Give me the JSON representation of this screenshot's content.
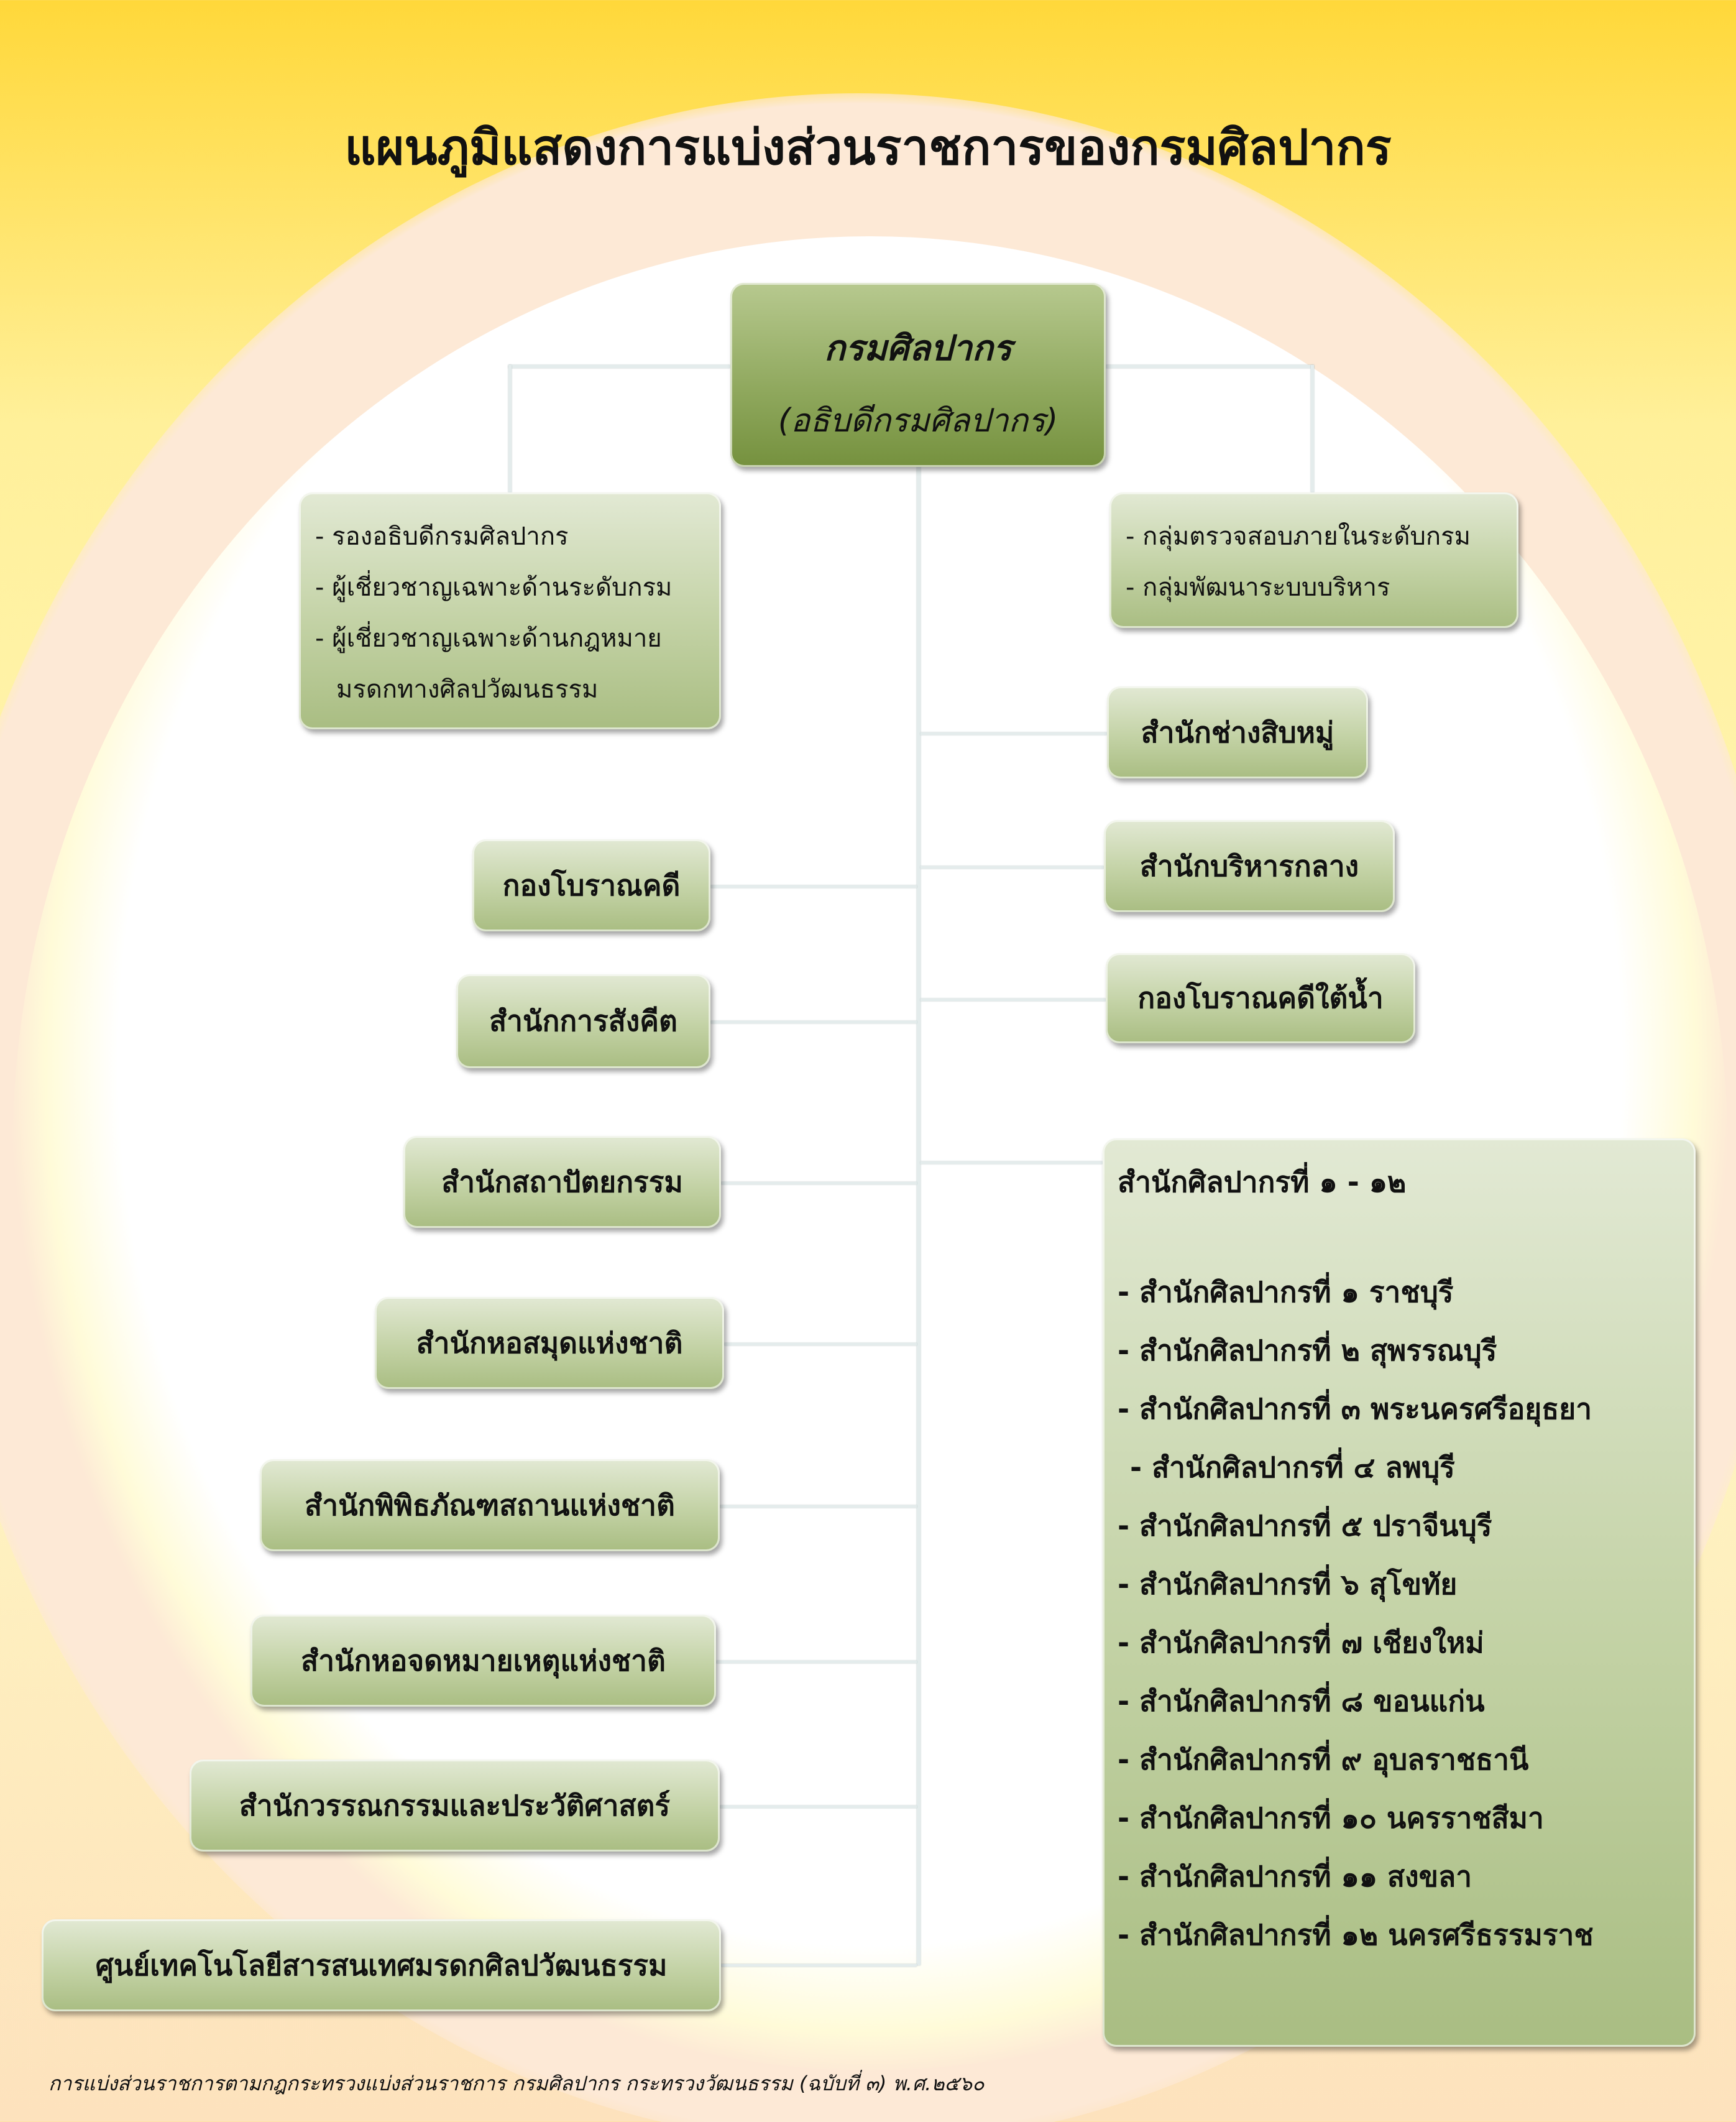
{
  "title": "แผนภูมิแสดงการแบ่งส่วนราชการของกรมศิลปากร",
  "head": {
    "name": "กรมศิลปากร",
    "role": "(อธิบดีกรมศิลปากร)"
  },
  "left_staff": [
    "- รองอธิบดีกรมศิลปากร",
    "- ผู้เชี่ยวชาญเฉพาะด้านระดับกรม",
    "- ผู้เชี่ยวชาญเฉพาะด้านกฎหมาย",
    "  มรดกทางศิลปวัฒนธรรม"
  ],
  "right_staff": [
    "- กลุ่มตรวจสอบภายในระดับกรม",
    "- กลุ่มพัฒนาระบบบริหาร"
  ],
  "right_units": [
    "สำนักช่างสิบหมู่",
    "สำนักบริหารกลาง",
    "กองโบราณคดีใต้น้ำ"
  ],
  "left_units": [
    "กองโบราณคดี",
    "สำนักการสังคีต",
    "สำนักสถาปัตยกรรม",
    "สำนักหอสมุดแห่งชาติ",
    "สำนักพิพิธภัณฑสถานแห่งชาติ",
    "สำนักหอจดหมายเหตุแห่งชาติ",
    "สำนักวรรณกรรมและประวัติศาสตร์",
    "ศูนย์เทคโนโลยีสารสนเทศมรดกศิลปวัฒนธรรม"
  ],
  "regional": {
    "heading": "สำนักศิลปากรที่ ๑ - ๑๒",
    "items": [
      "- สำนักศิลปากรที่ ๑ ราชบุรี",
      "- สำนักศิลปากรที่ ๒ สุพรรณบุรี",
      "- สำนักศิลปากรที่ ๓ พระนครศรีอยุธยา",
      " - สำนักศิลปากรที่ ๔ ลพบุรี",
      "- สำนักศิลปากรที่ ๕ ปราจีนบุรี",
      "- สำนักศิลปากรที่ ๖ สุโขทัย",
      "- สำนักศิลปากรที่ ๗ เชียงใหม่",
      "- สำนักศิลปากรที่ ๘ ขอนแก่น",
      "- สำนักศิลปากรที่ ๙ อุบลราชธานี",
      "- สำนักศิลปากรที่ ๑๐ นครราชสีมา",
      "- สำนักศิลปากรที่ ๑๑ สงขลา",
      "- สำนักศิลปากรที่ ๑๒ นครศรีธรรมราช"
    ]
  },
  "footer": "การแบ่งส่วนราชการตามกฎกระทรวงแบ่งส่วนราชการ กรมศิลปากร กระทรวงวัฒนธรรม (ฉบับที่ ๓) พ.ศ.๒๕๖๐"
}
